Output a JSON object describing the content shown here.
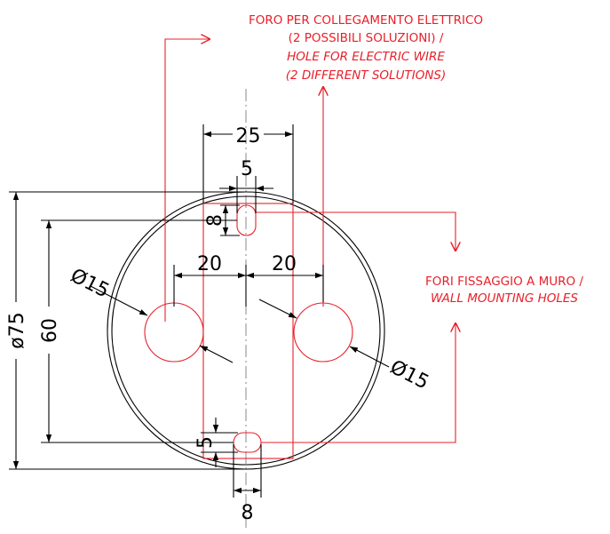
{
  "colors": {
    "annotation": "#e8202a",
    "outline": "#000000",
    "centerline": "#8a8a8a"
  },
  "annotations": {
    "wire_hole": {
      "line1": "FORO PER COLLEGAMENTO ELETTRICO",
      "line2": "(2 POSSIBILI SOLUZIONI) /",
      "line3": "HOLE FOR ELECTRIC WIRE",
      "line4": "(2 DIFFERENT SOLUTIONS)"
    },
    "mounting_holes": {
      "line1": "FORI FISSAGGIO A MURO /",
      "line2": "WALL MOUNTING HOLES"
    }
  },
  "dimensions": {
    "slot_spacing": "25",
    "slot_width_top": "5",
    "slot_length_top": "8",
    "left_offset": "20",
    "right_offset": "20",
    "left_hole_diameter": "Ø15",
    "right_hole_diameter": "Ø15",
    "outer_diameter": "ø75",
    "mounting_distance": "60",
    "slot_width_bottom": "5",
    "slot_length_bottom": "8"
  }
}
